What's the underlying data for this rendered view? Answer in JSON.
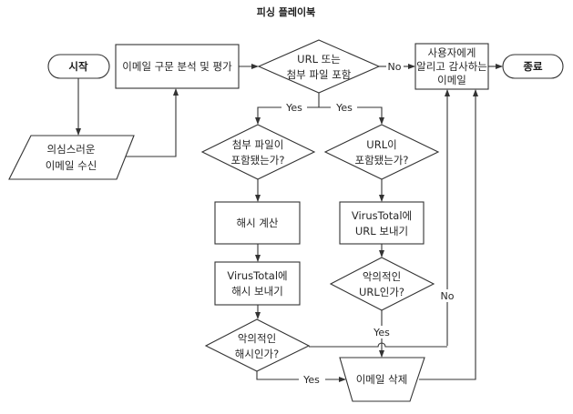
{
  "title": "피싱 플레이북",
  "nodes": {
    "start": {
      "type": "terminator",
      "text": [
        "시작"
      ]
    },
    "parse": {
      "type": "process",
      "text": [
        "이메일 구문 분석 및 평가"
      ]
    },
    "received": {
      "type": "input",
      "text": [
        "의심스러운",
        "이메일 수신"
      ]
    },
    "has_url_or_attach": {
      "type": "decision",
      "text": [
        "URL 또는",
        "첨부 파일 포함"
      ]
    },
    "notify": {
      "type": "process",
      "text": [
        "사용자에게",
        "알리고 감사하는",
        "이메일"
      ]
    },
    "end": {
      "type": "terminator",
      "text": [
        "종료"
      ]
    },
    "has_attach": {
      "type": "decision",
      "text": [
        "첨부 파일이",
        "포함됐는가?"
      ]
    },
    "has_url": {
      "type": "decision",
      "text": [
        "URL이",
        "포함됐는가?"
      ]
    },
    "calc_hash": {
      "type": "process",
      "text": [
        "해시 계산"
      ]
    },
    "send_hash": {
      "type": "process",
      "text": [
        "VirusTotal에",
        "해시 보내기"
      ]
    },
    "send_url": {
      "type": "process",
      "text": [
        "VirusTotal에",
        "URL 보내기"
      ]
    },
    "malicious_url": {
      "type": "decision",
      "text": [
        "악의적인",
        "URL인가?"
      ]
    },
    "malicious_hash": {
      "type": "decision",
      "text": [
        "악의적인",
        "해시인가?"
      ]
    },
    "delete": {
      "type": "manual-operation",
      "text": [
        "이메일 삭제"
      ]
    }
  },
  "edges": [
    {
      "from": "start",
      "to": "received",
      "label": ""
    },
    {
      "from": "received",
      "to": "parse",
      "label": ""
    },
    {
      "from": "parse",
      "to": "has_url_or_attach",
      "label": ""
    },
    {
      "from": "has_url_or_attach",
      "to": "notify",
      "label": "No"
    },
    {
      "from": "notify",
      "to": "end",
      "label": ""
    },
    {
      "from": "has_url_or_attach",
      "to": "has_attach",
      "label": "Yes"
    },
    {
      "from": "has_url_or_attach",
      "to": "has_url",
      "label": "Yes"
    },
    {
      "from": "has_attach",
      "to": "calc_hash",
      "label": ""
    },
    {
      "from": "calc_hash",
      "to": "send_hash",
      "label": ""
    },
    {
      "from": "send_hash",
      "to": "malicious_hash",
      "label": ""
    },
    {
      "from": "has_url",
      "to": "send_url",
      "label": ""
    },
    {
      "from": "send_url",
      "to": "malicious_url",
      "label": ""
    },
    {
      "from": "malicious_url",
      "to": "delete",
      "label": "Yes"
    },
    {
      "from": "malicious_url",
      "to": "notify",
      "label": "No"
    },
    {
      "from": "malicious_hash",
      "to": "delete",
      "label": "Yes"
    },
    {
      "from": "malicious_hash",
      "to": "notify",
      "label": ""
    },
    {
      "from": "delete",
      "to": "notify",
      "label": ""
    }
  ],
  "edge_labels": {
    "no_main": "No",
    "yes_left": "Yes",
    "yes_right": "Yes",
    "yes_url": "Yes",
    "no_url": "No",
    "yes_hash": "Yes"
  }
}
